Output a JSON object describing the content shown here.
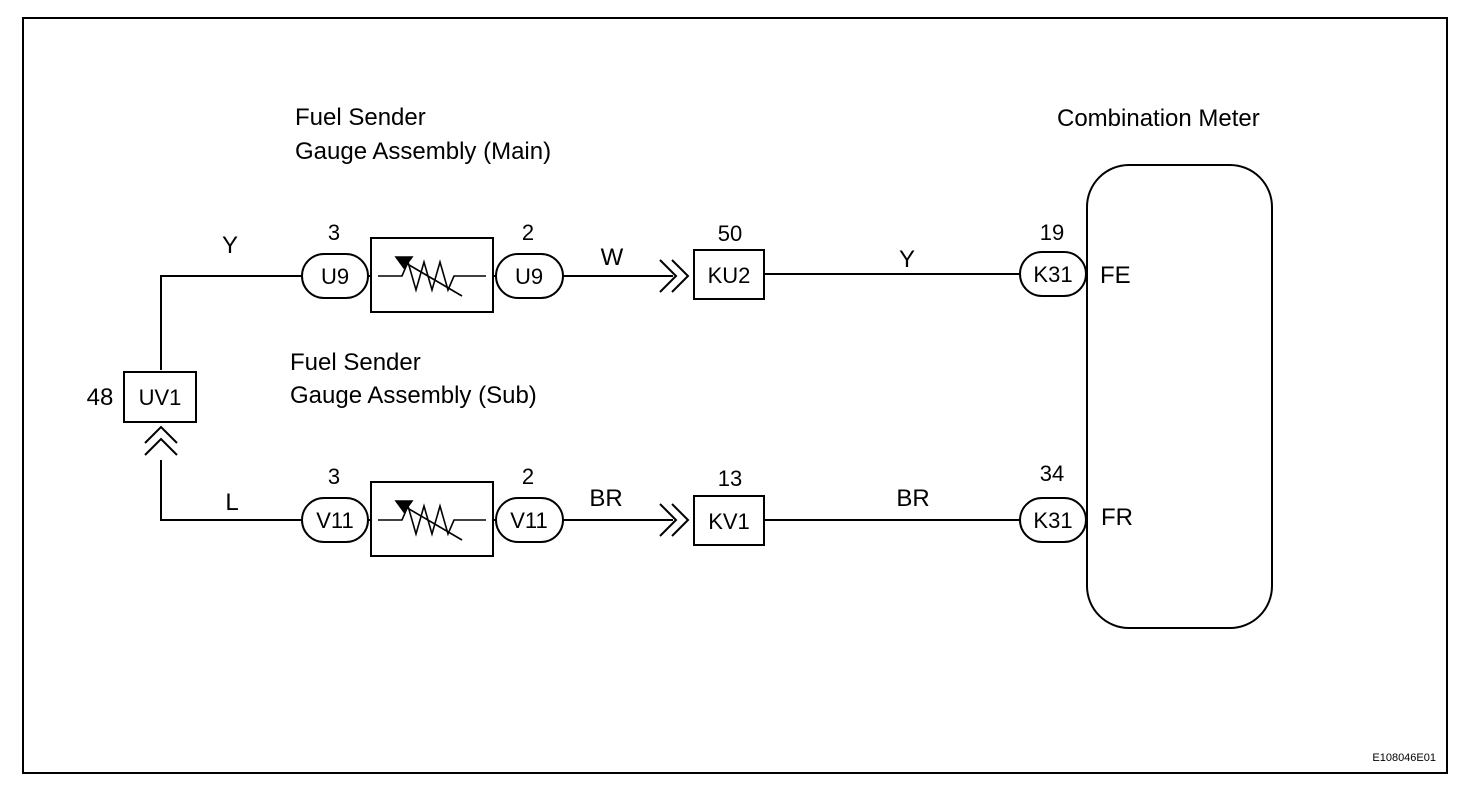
{
  "main_sender": {
    "title_line1": "Fuel Sender",
    "title_line2": "Gauge Assembly (Main)",
    "pin_left": "3",
    "pin_right": "2",
    "conn_left": "U9",
    "conn_right": "U9"
  },
  "sub_sender": {
    "title_line1": "Fuel Sender",
    "title_line2": "Gauge Assembly (Sub)",
    "pin_left": "3",
    "pin_right": "2",
    "conn_left": "V11",
    "conn_right": "V11"
  },
  "combination_meter": {
    "title": "Combination Meter",
    "upper_pin": "19",
    "upper_conn": "K31",
    "upper_terminal": "FE",
    "lower_pin": "34",
    "lower_conn": "K31",
    "lower_terminal": "FR"
  },
  "junction_uv1": {
    "pin": "48",
    "label": "UV1"
  },
  "junction_ku2": {
    "pin": "50",
    "label": "KU2"
  },
  "junction_kv1": {
    "pin": "13",
    "label": "KV1"
  },
  "wires": {
    "main_left": "Y",
    "main_mid": "W",
    "main_right": "Y",
    "sub_left": "L",
    "sub_mid": "BR",
    "sub_right": "BR"
  },
  "figure_code": "E108046E01"
}
